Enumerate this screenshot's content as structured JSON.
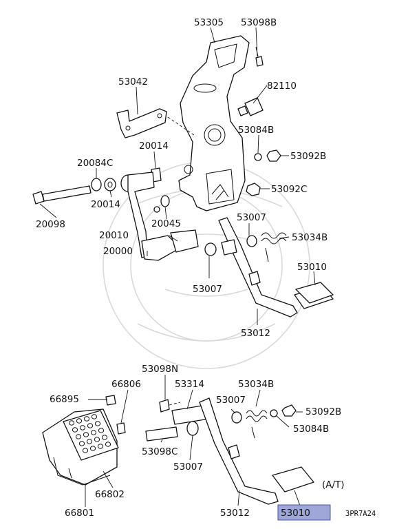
{
  "diagram": {
    "parts": {
      "p53305": "53305",
      "p53098B_top": "53098B",
      "p53042": "53042",
      "p82110": "82110",
      "p53084B_top": "53084B",
      "p53092B_top": "53092B",
      "p20014_top": "20014",
      "p20084C": "20084C",
      "p53092C": "53092C",
      "p20098": "20098",
      "p20014_mid": "20014",
      "p20045": "20045",
      "p53007_upper": "53007",
      "p20010": "20010",
      "p53034B_top": "53034B",
      "p20000": "20000",
      "p53010_top": "53010",
      "p53007_left": "53007",
      "p53012_top": "53012",
      "p53098N": "53098N",
      "p66806": "66806",
      "p53314": "53314",
      "p53034B_bot": "53034B",
      "p66895": "66895",
      "p53007_bot_right": "53007",
      "p53092B_bot": "53092B",
      "p53084B_bot": "53084B",
      "p53098C": "53098C",
      "p53007_bot_left": "53007",
      "p66802": "66802",
      "p66801": "66801",
      "p53012_bot": "53012",
      "p53010_bot": "53010"
    },
    "note_at": "(A/T)",
    "figure_code": "3PR7A24",
    "highlighted_part": "53010",
    "highlight_color": "#9fa6d8"
  }
}
